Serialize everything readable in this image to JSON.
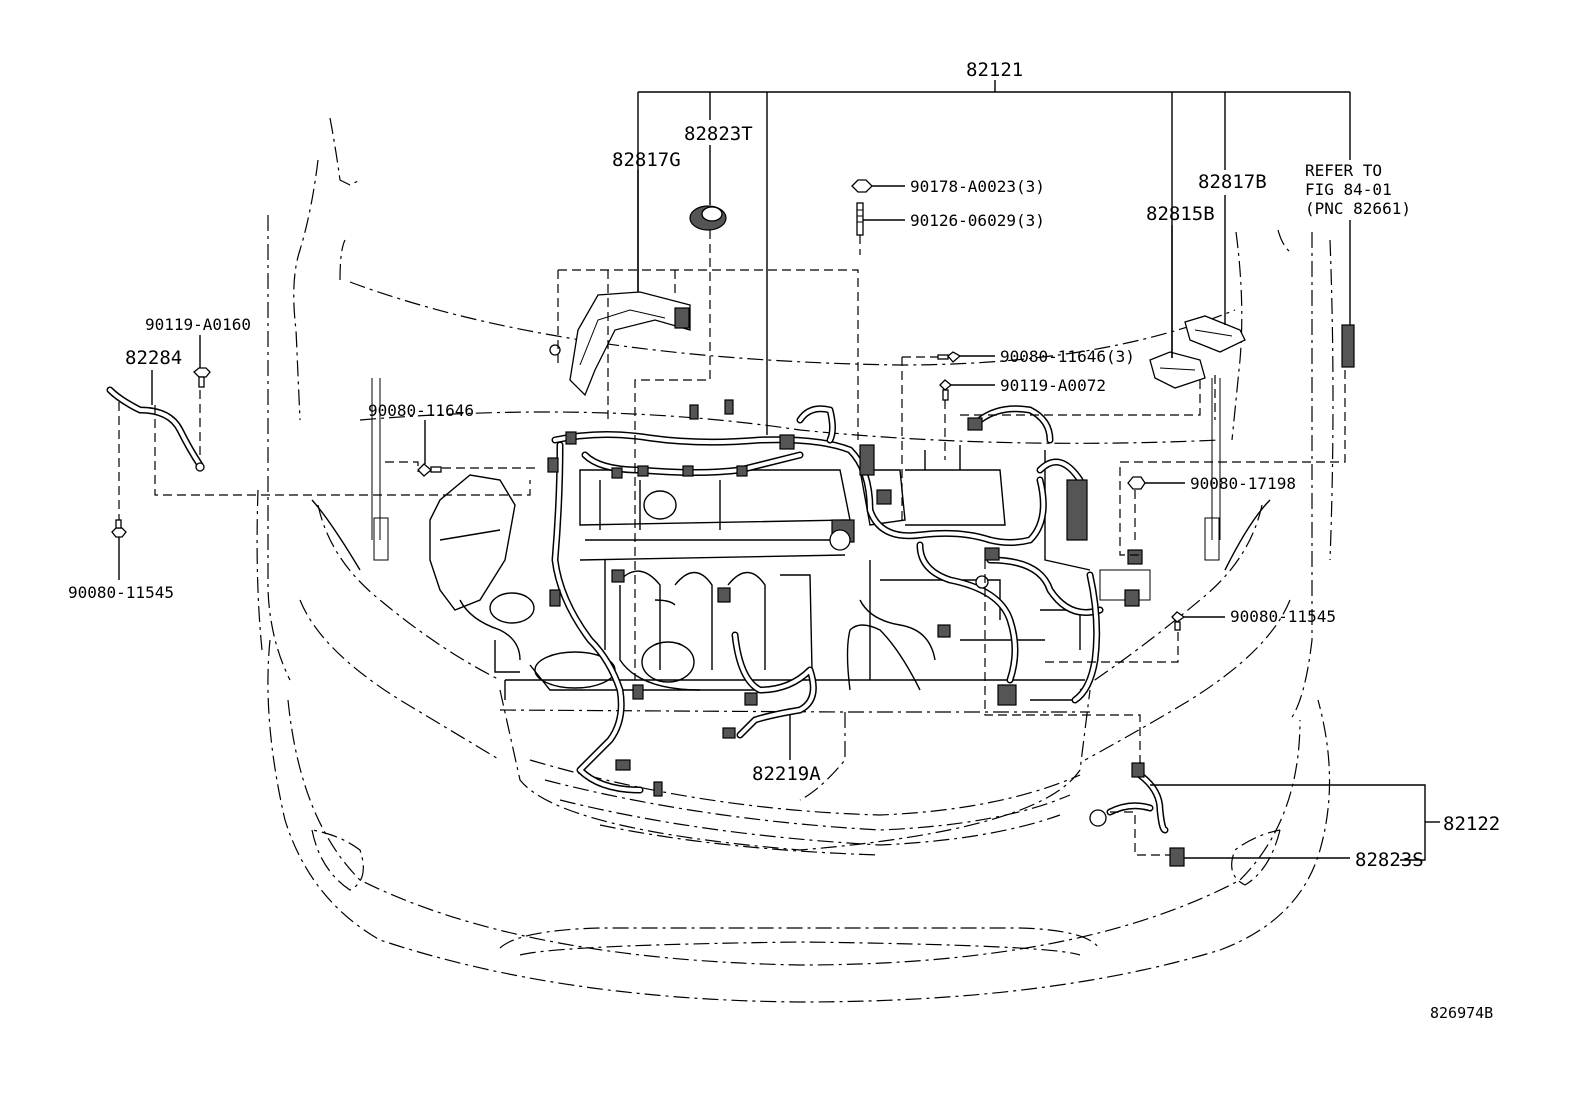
{
  "diagram": {
    "labels": {
      "p82121": "82121",
      "p82823T": "82823T",
      "p82817G": "82817G",
      "p90178": "90178-A0023(3)",
      "p90126": "90126-06029(3)",
      "refer1": "REFER TO",
      "refer2": "FIG 84-01",
      "refer3": "(PNC 82661)",
      "p82817B": "82817B",
      "p82815B": "82815B",
      "p90119a": "90119-A0160",
      "p82284": "82284",
      "p90080a": "90080-11646",
      "p90080b": "90080-11646(3)",
      "p90119b": "90119-A0072",
      "p90080c": "90080-17198",
      "p90080d": "90080-11545",
      "p90080e": "90080-11545",
      "p82219A": "82219A",
      "p82122": "82122",
      "p82823S": "82823S",
      "figcode": "826974B"
    }
  }
}
